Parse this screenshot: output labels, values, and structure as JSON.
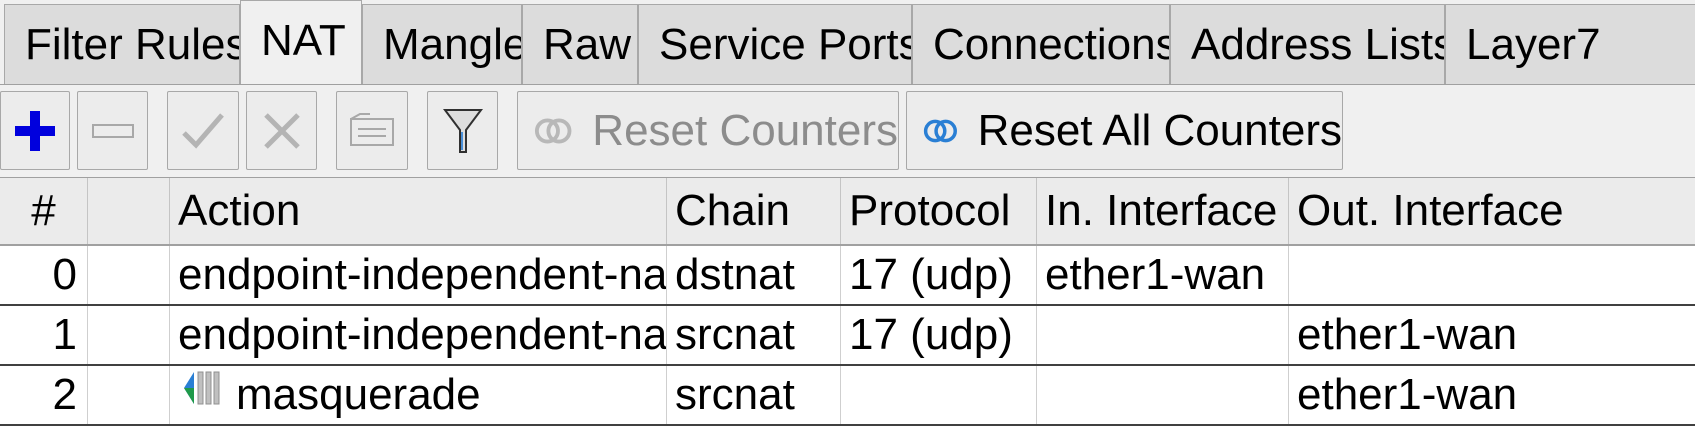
{
  "tabs": [
    {
      "label": "Filter Rules",
      "active": false
    },
    {
      "label": "NAT",
      "active": true
    },
    {
      "label": "Mangle",
      "active": false
    },
    {
      "label": "Raw",
      "active": false
    },
    {
      "label": "Service Ports",
      "active": false
    },
    {
      "label": "Connections",
      "active": false
    },
    {
      "label": "Address Lists",
      "active": false
    },
    {
      "label": "Layer7",
      "active": false
    }
  ],
  "toolbar": {
    "add_icon": "plus-icon",
    "remove_icon": "minus-icon",
    "enable_icon": "check-icon",
    "disable_icon": "x-icon",
    "comment_icon": "comment-icon",
    "filter_icon": "funnel-icon",
    "reset_counters_label": "Reset Counters",
    "reset_all_counters_label": "Reset All Counters",
    "accent_color": "#0000dd",
    "counter_icon_color": "#2a7fd4"
  },
  "table": {
    "columns": [
      "#",
      "",
      "Action",
      "Chain",
      "Protocol",
      "In. Interface",
      "Out. Interface"
    ],
    "rows": [
      {
        "num": "0",
        "flags": "",
        "action": "endpoint-independent-nat",
        "chain": "dstnat",
        "protocol": "17 (udp)",
        "in_interface": "ether1-wan",
        "out_interface": ""
      },
      {
        "num": "1",
        "flags": "",
        "action": "endpoint-independent-nat",
        "chain": "srcnat",
        "protocol": "17 (udp)",
        "in_interface": "",
        "out_interface": "ether1-wan"
      },
      {
        "num": "2",
        "flags": "",
        "action": "masquerade",
        "chain": "srcnat",
        "protocol": "",
        "in_interface": "",
        "out_interface": "ether1-wan",
        "action_icon": "masquerade-icon"
      }
    ]
  }
}
